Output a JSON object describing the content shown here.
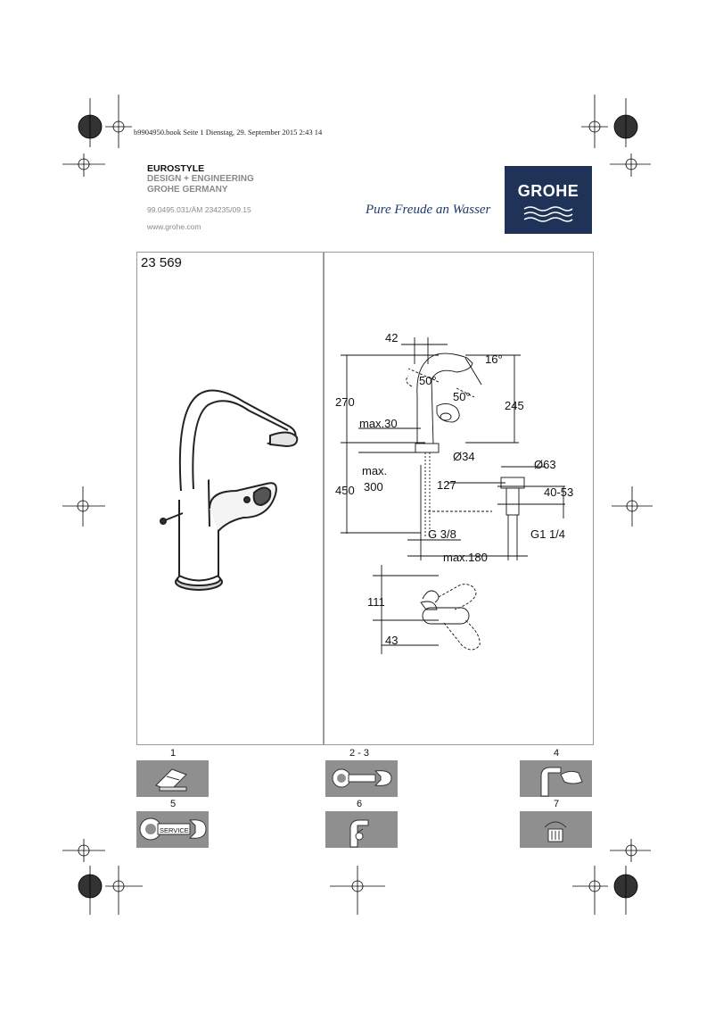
{
  "header": {
    "file_line": "b9904950.book  Seite 1  Dienstag, 29. September 2015  2:43 14"
  },
  "brand": {
    "series": "EUROSTYLE",
    "line2": "DESIGN + ENGINEERING",
    "line3": "GROHE GERMANY",
    "doc_number": "99.0495.031/ÄM 234235/09.15",
    "website": "www.grohe.com",
    "slogan": "Pure Freude an Wasser",
    "logo_text": "GROHE"
  },
  "product": {
    "number": "23 569"
  },
  "dimensions": {
    "d42": "42",
    "d16": "16°",
    "d50a": "50°",
    "d50b": "50°",
    "d270": "270",
    "d245": "245",
    "dmax30": "max.30",
    "dO34": "Ø34",
    "dO63": "Ø63",
    "dmax": "max.",
    "d300": "300",
    "d127": "127",
    "d450": "450",
    "d4053": "40-53",
    "dG38": "G 3/8",
    "dG114": "G1 1/4",
    "dmax180": "max.180",
    "d111": "111",
    "d43": "43"
  },
  "icons": [
    {
      "number": "1",
      "name": "manual-icon"
    },
    {
      "number": "2 - 3",
      "name": "wrench-icon"
    },
    {
      "number": "4",
      "name": "faucet-hand-icon"
    },
    {
      "number": "5",
      "name": "service-wrench-icon",
      "label": "SERVICE"
    },
    {
      "number": "6",
      "name": "cartridge-icon"
    },
    {
      "number": "7",
      "name": "cleaning-icon"
    }
  ],
  "colors": {
    "grohe_blue": "#1e3357",
    "icon_grey": "#8f8f8f"
  }
}
